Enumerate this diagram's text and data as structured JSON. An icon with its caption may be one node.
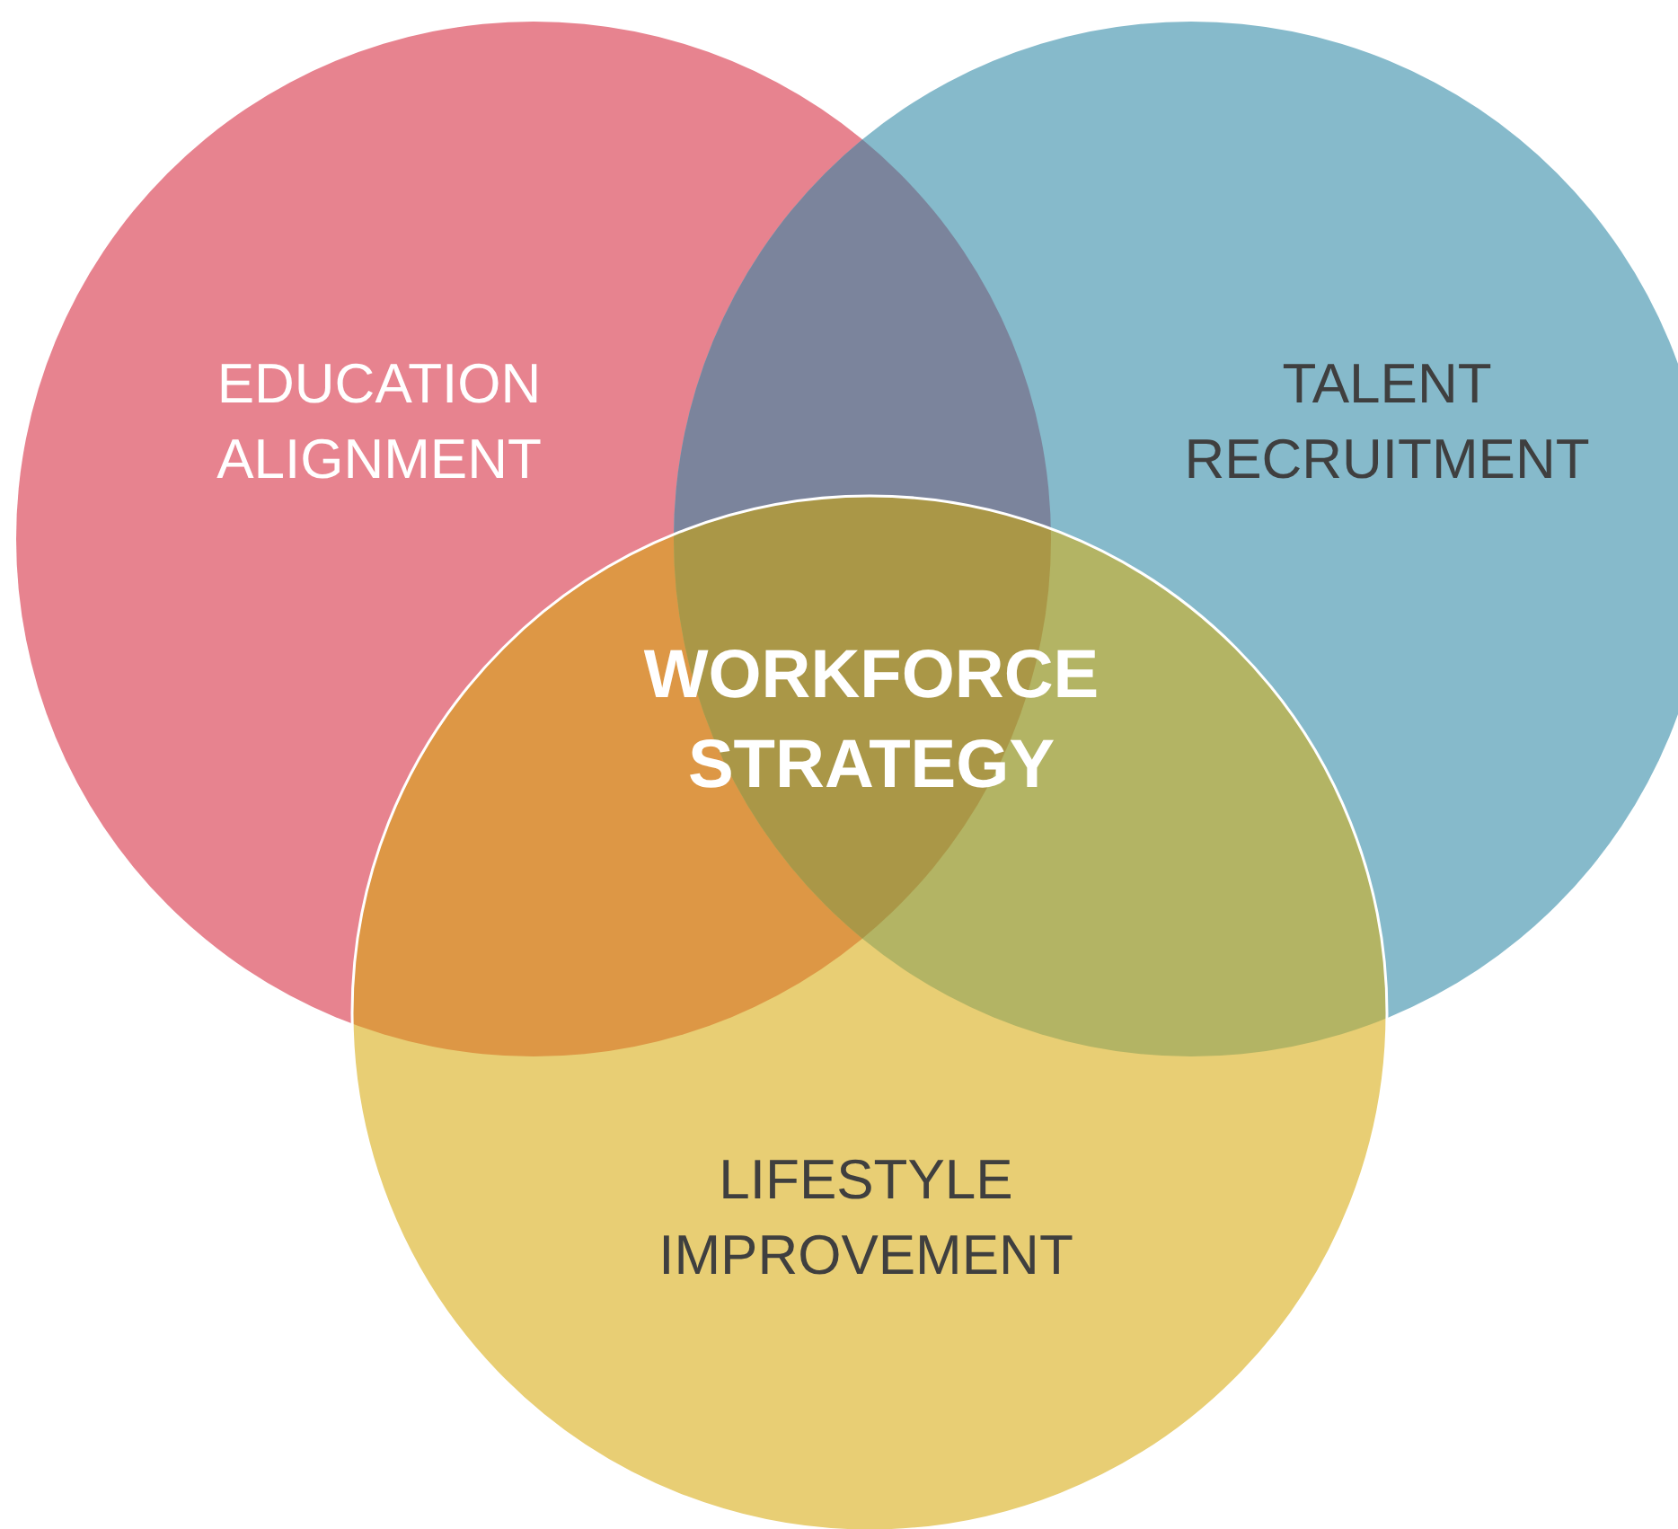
{
  "diagram": {
    "nodes": [
      {
        "text": [
          "EDUCATION ALIGNMENT"
        ]
      },
      {
        "text": [
          "TALENT RECRUITMENT"
        ]
      },
      {
        "text": [
          "LIFESTYLE IMPROVEMENT"
        ]
      }
    ],
    "labels": [
      "WORKFORCE STRATEGY"
    ]
  }
}
